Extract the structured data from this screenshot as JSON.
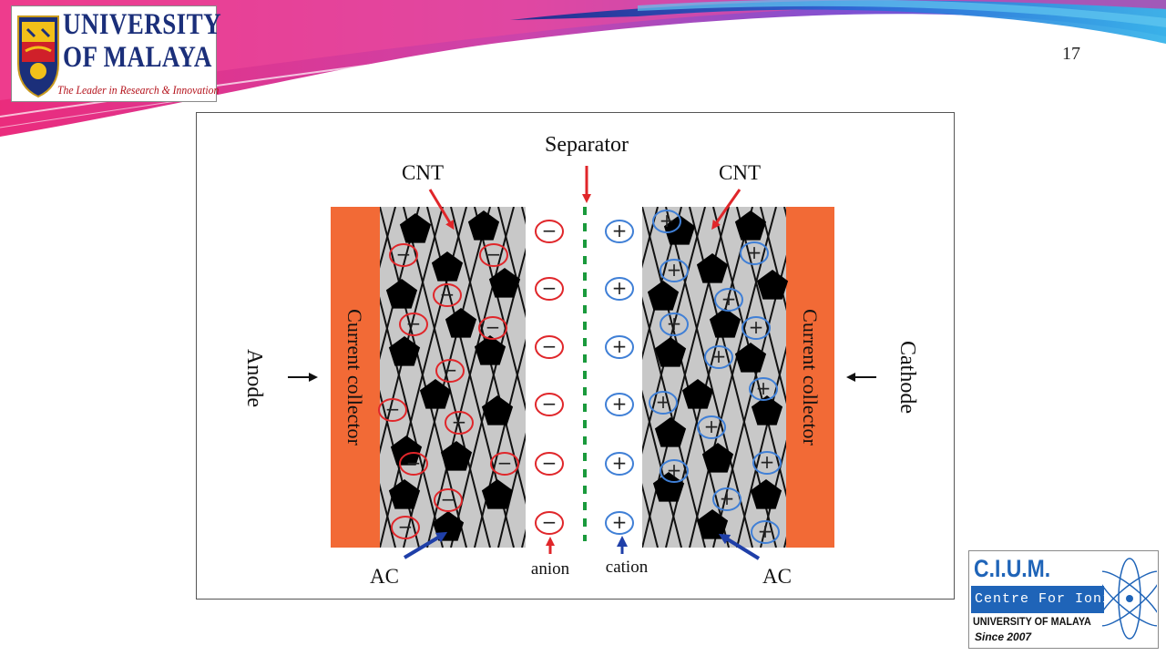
{
  "header": {
    "logo": {
      "line1": "UNIVERSITY",
      "line2": "OF MALAYA",
      "tagline": "The Leader in Research & Innovation"
    },
    "slide_number": "17"
  },
  "figure": {
    "labels": {
      "separator": "Separator",
      "cnt_left": "CNT",
      "cnt_right": "CNT",
      "anode": "Anode",
      "cathode": "Cathode",
      "current_collector_left": "Current collector",
      "current_collector_right": "Current collector",
      "ac_left": "AC",
      "ac_right": "AC",
      "anion": "anion",
      "cation": "cation",
      "minus_sign": "−",
      "plus_sign": "+"
    },
    "colors": {
      "collector": "#f26a36",
      "electrode_bg": "#c8c8c8",
      "separator": "#1a9a3c",
      "anion": "#e0262a",
      "cation": "#3f7fd6",
      "arrow_red": "#e0262a",
      "arrow_blue": "#1f3fa8"
    }
  },
  "footer": {
    "logo": {
      "name": "C.I.U.M.",
      "band": "Centre For Ionics",
      "university": "UNIVERSITY OF MALAYA",
      "since": "Since 2007"
    }
  }
}
